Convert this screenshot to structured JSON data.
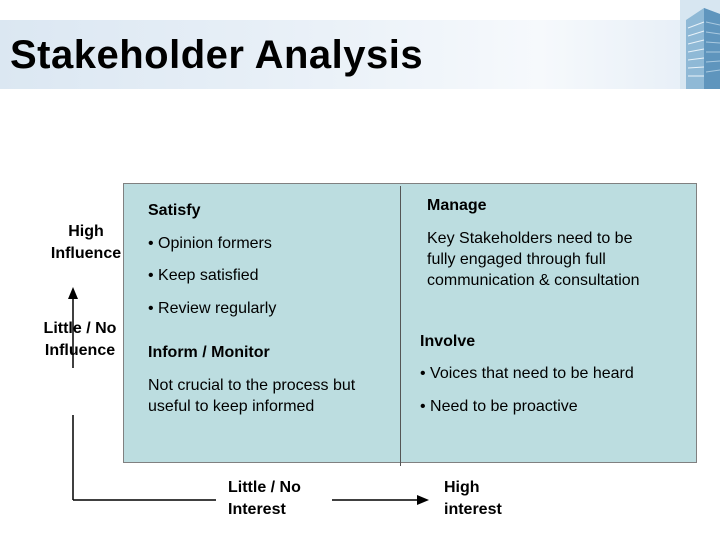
{
  "slide": {
    "title": "Stakeholder Analysis"
  },
  "y_axis": {
    "high_line1": "High",
    "high_line2": "Influence",
    "low_line1": "Little / No",
    "low_line2": "Influence"
  },
  "x_axis": {
    "low_line1": "Little / No",
    "low_line2": "Interest",
    "high_line1": "High",
    "high_line2": "interest"
  },
  "quadrants": {
    "satisfy": {
      "heading": "Satisfy",
      "bullets": [
        "• Opinion formers",
        "• Keep satisfied",
        "• Review regularly"
      ]
    },
    "manage": {
      "heading": "Manage",
      "lines": [
        "Key Stakeholders need to be",
        "fully engaged through full",
        "communication & consultation"
      ]
    },
    "inform": {
      "heading": "Inform / Monitor",
      "lines": [
        "Not crucial to the process but",
        "useful to keep informed"
      ]
    },
    "involve": {
      "heading": "Involve",
      "bullets": [
        "• Voices that need to be heard",
        "• Need to be proactive"
      ]
    }
  },
  "colors": {
    "grid_fill": "#bcdde0",
    "title_bar": "#dbe7f2"
  }
}
